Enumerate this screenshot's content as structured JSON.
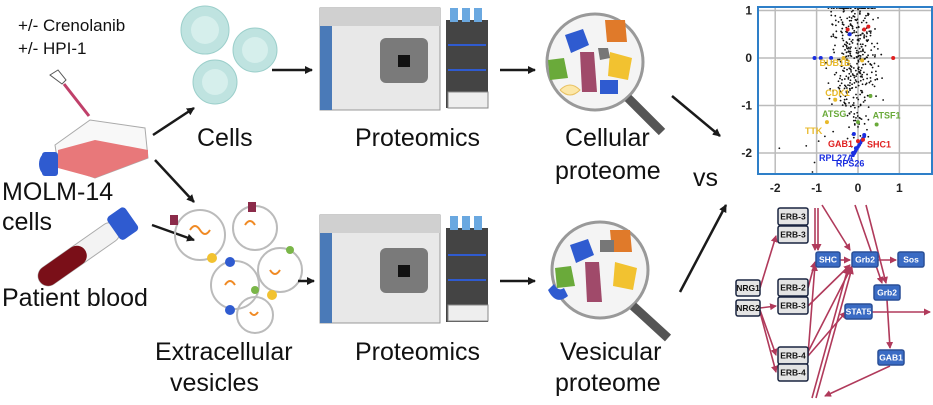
{
  "treatment": {
    "line1": "+/- Crenolanib",
    "line2": "+/- HPI-1"
  },
  "sources": {
    "cell_line_1": "MOLM-14",
    "cell_line_2": "cells",
    "blood": "Patient blood"
  },
  "samples": {
    "cells": "Cells",
    "ev_1": "Extracellular",
    "ev_2": "vesicles"
  },
  "method": {
    "top": "Proteomics",
    "bottom": "Proteomics"
  },
  "outputs": {
    "cellular_1": "Cellular",
    "cellular_2": "proteome",
    "vesicular_1": "Vesicular",
    "vesicular_2": "proteome"
  },
  "comparison": "vs",
  "colors": {
    "arrow": "#1a1a1a",
    "network_edge": "#b03a5b",
    "node_blue": "#3a6bc4",
    "node_grey": "#e4e4e4",
    "plot_border": "#2e7fc8"
  },
  "chart_data": {
    "type": "scatter",
    "xlim": [
      -2.4,
      1.7
    ],
    "ylim": [
      -2.4,
      1.1
    ],
    "x_ticks": [
      "-2",
      "-1",
      "0",
      "1"
    ],
    "y_ticks": [
      "1",
      "0",
      "-1",
      "-2"
    ],
    "grid": true,
    "labeled_genes": [
      {
        "name": "BUB1B",
        "x": -0.35,
        "y": 0.0,
        "color": "#e8b92a"
      },
      {
        "name": "CDK1",
        "x": -0.55,
        "y": -0.88,
        "color": "#e8b92a"
      },
      {
        "name": "TTK",
        "x": -0.75,
        "y": -1.35,
        "color": "#e8b92a"
      },
      {
        "name": "ATSG",
        "x": 0.0,
        "y": -1.35,
        "color": "#6aaa3a"
      },
      {
        "name": "ATSF1",
        "x": 0.45,
        "y": -1.4,
        "color": "#6aaa3a"
      },
      {
        "name": "GAB1",
        "x": 0.0,
        "y": -1.75,
        "color": "#e02020"
      },
      {
        "name": "SHC1",
        "x": 0.12,
        "y": -1.72,
        "color": "#e02020"
      },
      {
        "name": "RPL27A",
        "x": -0.12,
        "y": -2.0,
        "color": "#1a2ee0"
      },
      {
        "name": "RPS26",
        "x": -0.05,
        "y": -1.9,
        "color": "#1a2ee0"
      }
    ],
    "highlight_points": [
      {
        "x": -1.05,
        "y": 0.0,
        "color": "#1a2ee0"
      },
      {
        "x": -0.9,
        "y": 0.0,
        "color": "#1a2ee0"
      },
      {
        "x": -0.65,
        "y": 0.0,
        "color": "#1a2ee0"
      },
      {
        "x": -0.2,
        "y": 0.5,
        "color": "#1a2ee0"
      },
      {
        "x": -0.1,
        "y": -1.6,
        "color": "#1a2ee0"
      },
      {
        "x": 0.15,
        "y": -1.62,
        "color": "#1a2ee0"
      },
      {
        "x": -0.25,
        "y": 0.6,
        "color": "#e02020"
      },
      {
        "x": 0.15,
        "y": 0.6,
        "color": "#e02020"
      },
      {
        "x": 0.25,
        "y": 0.66,
        "color": "#e02020"
      },
      {
        "x": 0.85,
        "y": 0.0,
        "color": "#e02020"
      },
      {
        "x": 0.1,
        "y": -0.05,
        "color": "#e8b92a"
      },
      {
        "x": 0.3,
        "y": -0.8,
        "color": "#6aaa3a"
      }
    ]
  },
  "network": {
    "nodes": [
      {
        "id": "erb3a",
        "label": "ERB-3",
        "type": "receptor"
      },
      {
        "id": "erb3b",
        "label": "ERB-3",
        "type": "receptor"
      },
      {
        "id": "shc",
        "label": "SHC",
        "type": "signal"
      },
      {
        "id": "grb2a",
        "label": "Grb2",
        "type": "signal"
      },
      {
        "id": "sos",
        "label": "Sos",
        "type": "signal"
      },
      {
        "id": "nrg1",
        "label": "NRG1",
        "type": "receptor"
      },
      {
        "id": "nrg2",
        "label": "NRG2",
        "type": "receptor"
      },
      {
        "id": "erb2",
        "label": "ERB-2",
        "type": "receptor"
      },
      {
        "id": "erb3c",
        "label": "ERB-3",
        "type": "receptor"
      },
      {
        "id": "grb2b",
        "label": "Grb2",
        "type": "signal"
      },
      {
        "id": "stat5",
        "label": "STAT5",
        "type": "signal"
      },
      {
        "id": "erb4a",
        "label": "ERB-4",
        "type": "receptor"
      },
      {
        "id": "erb4b",
        "label": "ERB-4",
        "type": "receptor"
      },
      {
        "id": "gab1",
        "label": "GAB1",
        "type": "signal"
      }
    ]
  }
}
